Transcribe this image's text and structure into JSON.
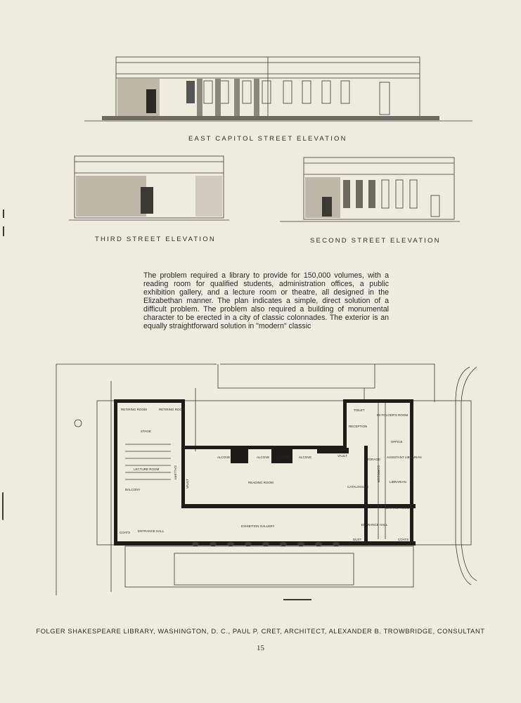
{
  "elevations": {
    "east": "EAST CAPITOL STREET ELEVATION",
    "third": "THIRD STREET ELEVATION",
    "second": "SECOND STREET ELEVATION"
  },
  "description": "The problem required a library to provide for 150,000 volumes, with a reading room for qualified students, administration offices, a public exhibition gallery, and a lecture room or theatre, all designed in the Elizabethan manner. The plan indicates a simple, direct solution of a difficult problem. The problem also required a building of monumental character to be erected in a city of classic colonnades. The exterior is an equally straightforward solution in \"modern\" classic",
  "plan_labels": {
    "retiring_room_1": "RETIRING ROOM",
    "retiring_room_2": "RETIRING ROOM",
    "stage": "STAGE",
    "lecture_room": "LECTURE ROOM",
    "balcony": "BALCONY",
    "gallery": "GALLERY",
    "entrance_hall_w": "ENTRANCE HALL",
    "coats_w": "COATS",
    "vault_w": "VAULT",
    "alcove_1": "ALCOVE",
    "alcove_2": "ALCOVE",
    "alcove_3": "ALCOVE",
    "vault_1": "VAULT",
    "vault_2": "VAULT",
    "reading_room": "READING ROOM",
    "exhibition_gallery": "EXHIBITION GALLERY",
    "catalogues": "CATALOGUES",
    "corridor": "CORRIDOR",
    "toilet": "TOILET",
    "mr_folgers_room": "Mr FOLGER'S ROOM",
    "reception": "RECEPTION",
    "office": "OFFICE",
    "storage": "STORAGE",
    "assistant_librarian": "ASSISTANT LIBRARIAN",
    "librarian": "LIBRARIAN",
    "waiting_room": "WAITING ROOM",
    "entrance_hall_e": "ENTRANCE HALL",
    "coats_e": "COATS",
    "dust": "DUST"
  },
  "caption": "FOLGER SHAKESPEARE LIBRARY, WASHINGTON, D. C., PAUL P. CRET, ARCHITECT, ALEXANDER B. TROWBRIDGE, CONSULTANT",
  "page_number": "15"
}
